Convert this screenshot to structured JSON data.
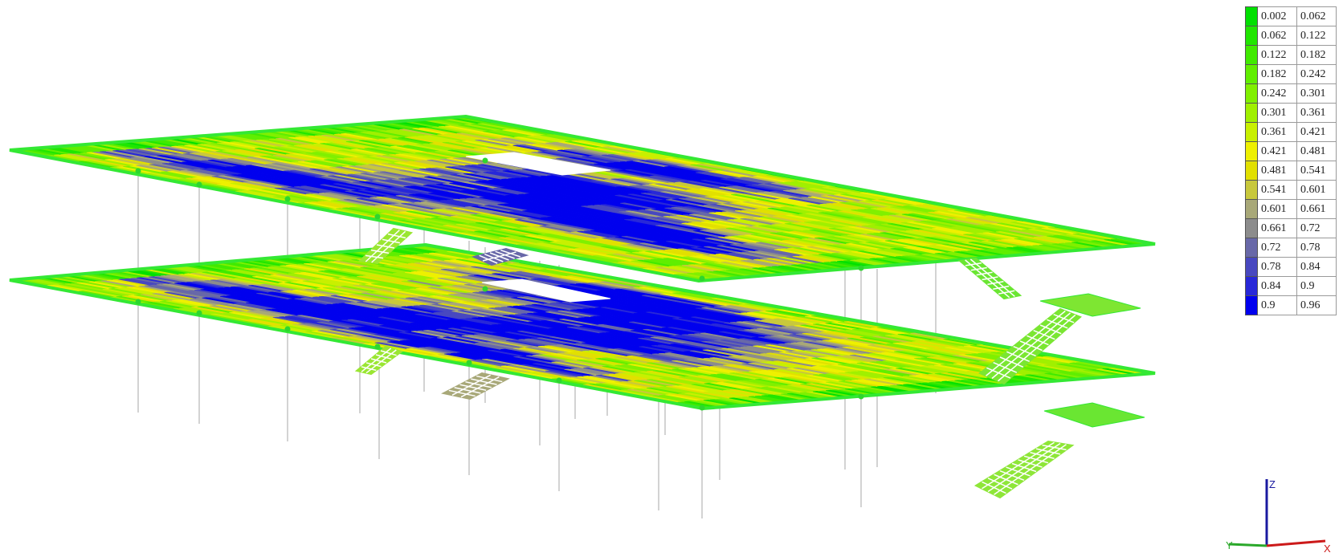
{
  "legend": {
    "rows": [
      {
        "from": "0.002",
        "to": "0.062",
        "color": "#00e000"
      },
      {
        "from": "0.062",
        "to": "0.122",
        "color": "#20e600"
      },
      {
        "from": "0.122",
        "to": "0.182",
        "color": "#40ea00"
      },
      {
        "from": "0.182",
        "to": "0.242",
        "color": "#60ee00"
      },
      {
        "from": "0.242",
        "to": "0.301",
        "color": "#80f000"
      },
      {
        "from": "0.301",
        "to": "0.361",
        "color": "#a0f000"
      },
      {
        "from": "0.361",
        "to": "0.421",
        "color": "#c8f000"
      },
      {
        "from": "0.421",
        "to": "0.481",
        "color": "#eef000"
      },
      {
        "from": "0.481",
        "to": "0.541",
        "color": "#e2e000"
      },
      {
        "from": "0.541",
        "to": "0.601",
        "color": "#c8c83c"
      },
      {
        "from": "0.601",
        "to": "0.661",
        "color": "#a8a878"
      },
      {
        "from": "0.661",
        "to": "0.72",
        "color": "#8c8c8c"
      },
      {
        "from": "0.72",
        "to": "0.78",
        "color": "#6868a8"
      },
      {
        "from": "0.78",
        "to": "0.84",
        "color": "#4848c0"
      },
      {
        "from": "0.84",
        "to": "0.9",
        "color": "#2828d8"
      },
      {
        "from": "0.9",
        "to": "0.96",
        "color": "#0000ee"
      }
    ]
  },
  "axes": {
    "z_label": "Z",
    "x_label": "X",
    "y_label": "Y",
    "z_color": "#1a1aa0",
    "x_color": "#cc1a1a",
    "y_color": "#2aa82a"
  },
  "model": {
    "slab_edge_color": "#34e834",
    "column_color": "#c8c8c8",
    "node_color": "#2ed62e"
  }
}
